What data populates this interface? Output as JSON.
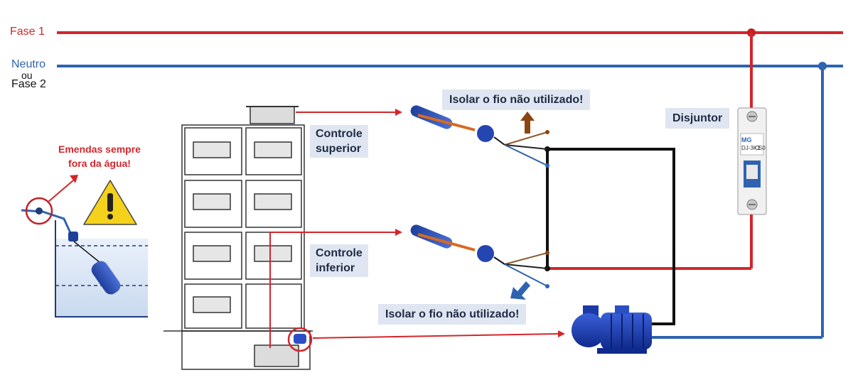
{
  "lines": {
    "fase1_label": "Fase 1",
    "neutro_label": "Neutro",
    "ou_label": "ou",
    "fase2_label": "Fase 2"
  },
  "labels": {
    "isolar_top": "Isolar o fio não utilizado!",
    "isolar_bottom": "Isolar o fio não utilizado!",
    "controle_superior": [
      "Controle",
      "superior"
    ],
    "controle_inferior": [
      "Controle",
      "inferior"
    ],
    "disjuntor": "Disjuntor"
  },
  "warning": {
    "line1": "Emendas sempre",
    "line2": "fora da água!"
  },
  "breaker": {
    "brand": "MG",
    "model": "DJ-3K1",
    "rating": "C50"
  },
  "colors": {
    "phase": "#d3262b",
    "neutral": "#2f63b0",
    "control": "#111111",
    "label_bg": "#dfe6f1",
    "label_text": "#1f2a44",
    "brown_arrow": "#8b4513",
    "blue_arrow": "#2f63b0"
  }
}
